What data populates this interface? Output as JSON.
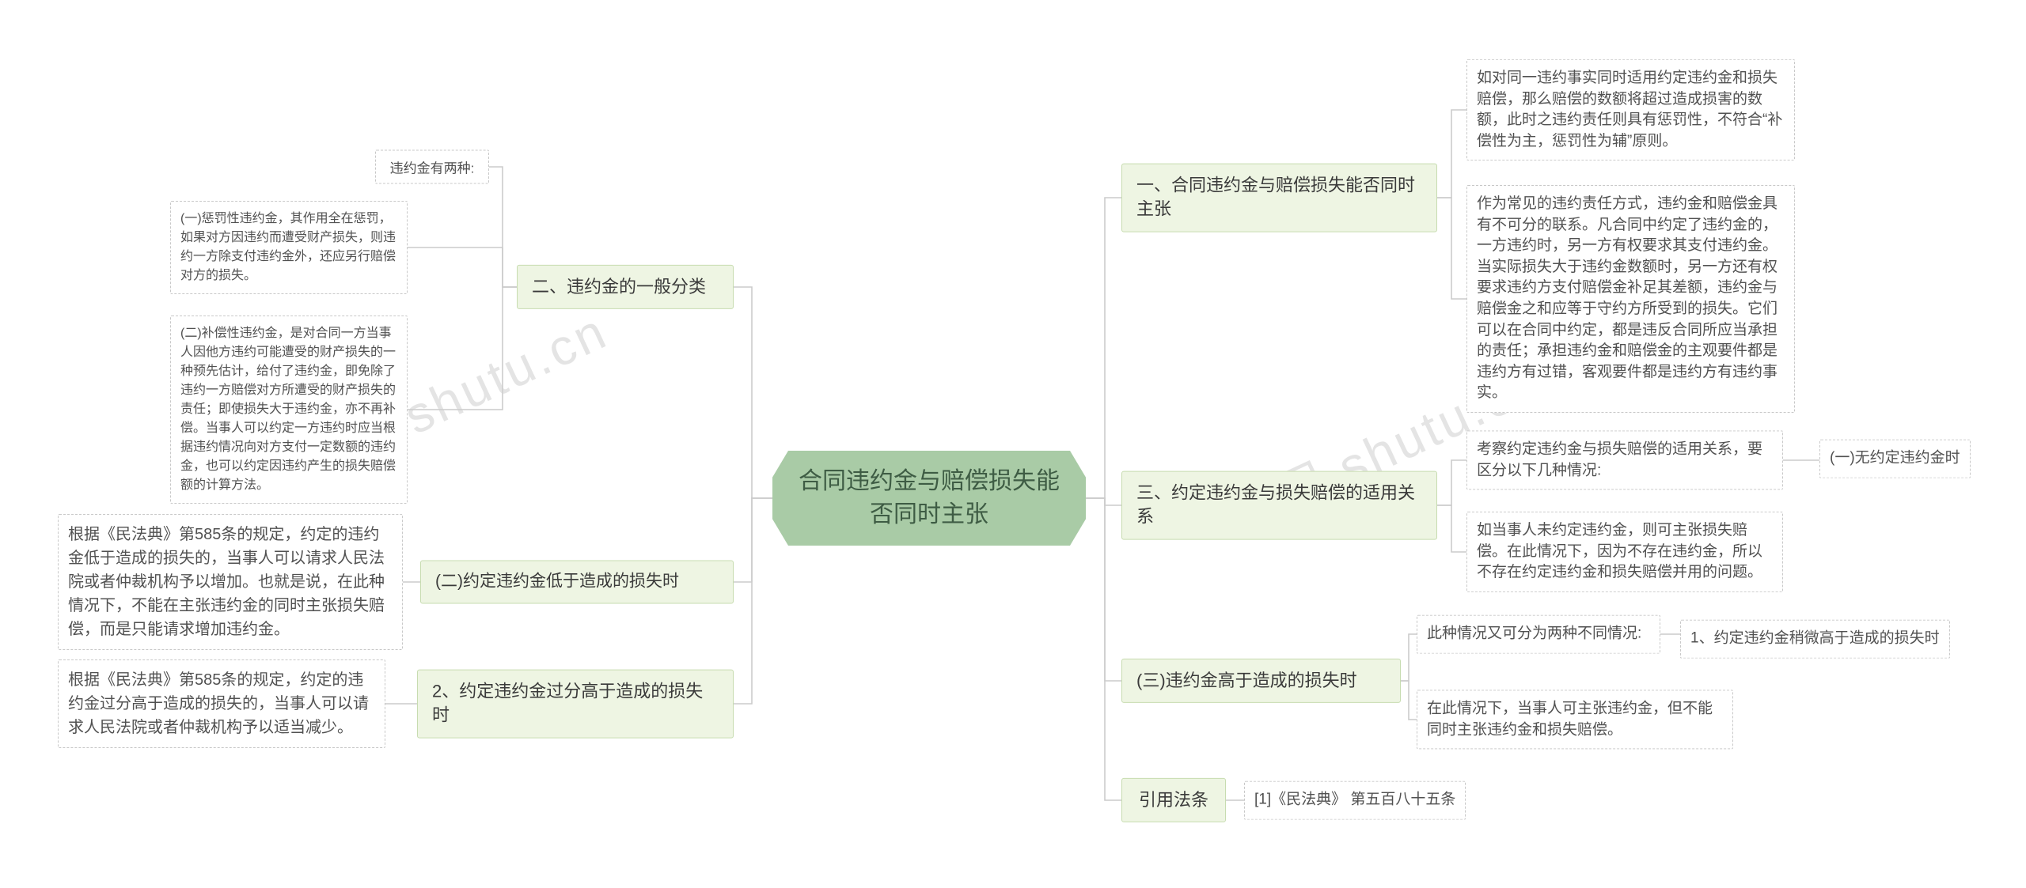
{
  "watermark": "树图.shutu.cn",
  "root": "合同违约金与赔偿损失能否同时主张",
  "left": {
    "classification": {
      "label": "二、违约金的一般分类",
      "note": "违约金有两种:",
      "punitive": "(一)惩罚性违约金，其作用全在惩罚，如果对方因违约而遭受财产损失，则违约一方除支付违约金外，还应另行赔偿对方的损失。",
      "compensatory": "(二)补偿性违约金，是对合同一方当事人因他方违约可能遭受的财产损失的一种预先估计，给付了违约金，即免除了违约一方赔偿对方所遭受的财产损失的责任；即使损失大于违约金，亦不再补偿。当事人可以约定一方违约时应当根据违约情况向对方支付一定数额的违约金，也可以约定因违约产生的损失赔偿额的计算方法。"
    },
    "lower": {
      "label": "(二)约定违约金低于造成的损失时",
      "detail": "根据《民法典》第585条的规定，约定的违约金低于造成的损失的，当事人可以请求人民法院或者仲裁机构予以增加。也就是说，在此种情况下，不能在主张违约金的同时主张损失赔偿，而是只能请求增加违约金。"
    },
    "excessive": {
      "label": "2、约定违约金过分高于造成的损失时",
      "detail": "根据《民法典》第585条的规定，约定的违约金过分高于造成的损失的，当事人可以请求人民法院或者仲裁机构予以适当减少。"
    }
  },
  "right": {
    "simultaneous": {
      "label": "一、合同违约金与赔偿损失能否同时主张",
      "principle": "如对同一违约事实同时适用约定违约金和损失赔偿，那么赔偿的数额将超过造成损害的数额，此时之违约责任则具有惩罚性，不符合“补偿性为主，惩罚性为辅”原则。",
      "relation": "作为常见的违约责任方式，违约金和赔偿金具有不可分的联系。凡合同中约定了违约金的，一方违约时，另一方有权要求其支付违约金。当实际损失大于违约金数额时，另一方还有权要求违约方支付赔偿金补足其差额，违约金与赔偿金之和应等于守约方所受到的损失。它们可以在合同中约定，都是违反合同所应当承担的责任；承担违约金和赔偿金的主观要件都是违约方有过错，客观要件都是违约方有违约事实。"
    },
    "application": {
      "label": "三、约定违约金与损失赔偿的适用关系",
      "intro": "考察约定违约金与损失赔偿的适用关系，要区分以下几种情况:",
      "no_agreement": "(一)无约定违约金时",
      "detail": "如当事人未约定违约金，则可主张损失赔偿。在此情况下，因为不存在违约金，所以不存在约定违约金和损失赔偿并用的问题。"
    },
    "higher": {
      "label": "(三)违约金高于造成的损失时",
      "intro": "此种情况又可分为两种不同情况:",
      "slightly": "1、约定违约金稍微高于造成的损失时",
      "detail": "在此情况下，当事人可主张违约金，但不能同时主张违约金和损失赔偿。"
    },
    "citation": {
      "label": "引用法条",
      "item": "[1]《民法典》 第五百八十五条"
    }
  }
}
